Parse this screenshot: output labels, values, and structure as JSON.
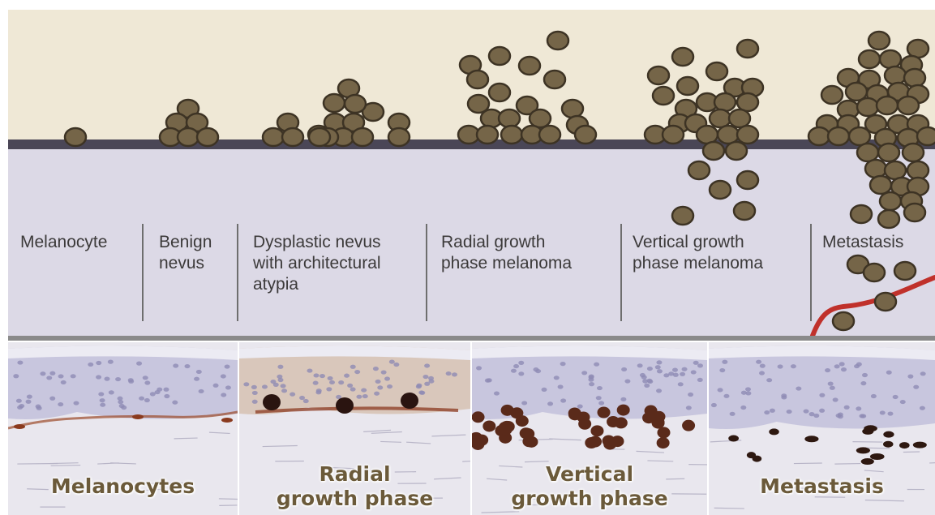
{
  "stages": [
    {
      "label": "Melanocyte"
    },
    {
      "label": "Benign\nnevus"
    },
    {
      "label": "Dysplastic nevus\nwith architectural\natypia"
    },
    {
      "label": "Radial growth\nphase melanoma"
    },
    {
      "label": "Vertical growth\nphase melanoma"
    },
    {
      "label": "Metastasis"
    }
  ],
  "panels": [
    {
      "caption": "Melanocytes"
    },
    {
      "caption": "Radial\ngrowth phase"
    },
    {
      "caption": "Vertical\ngrowth phase"
    },
    {
      "caption": "Metastasis"
    }
  ],
  "colors": {
    "epidermis": "#efe8d6",
    "dermis": "#dcd9e6",
    "basement_membrane": "#4a4656",
    "cell_fill": "#756548",
    "cell_stroke": "#3d3324",
    "blood_vessel": "#c0312b",
    "divider": "#6e6e6e",
    "label_text": "#3c3a3a",
    "caption_text": "#6b5a3a"
  }
}
